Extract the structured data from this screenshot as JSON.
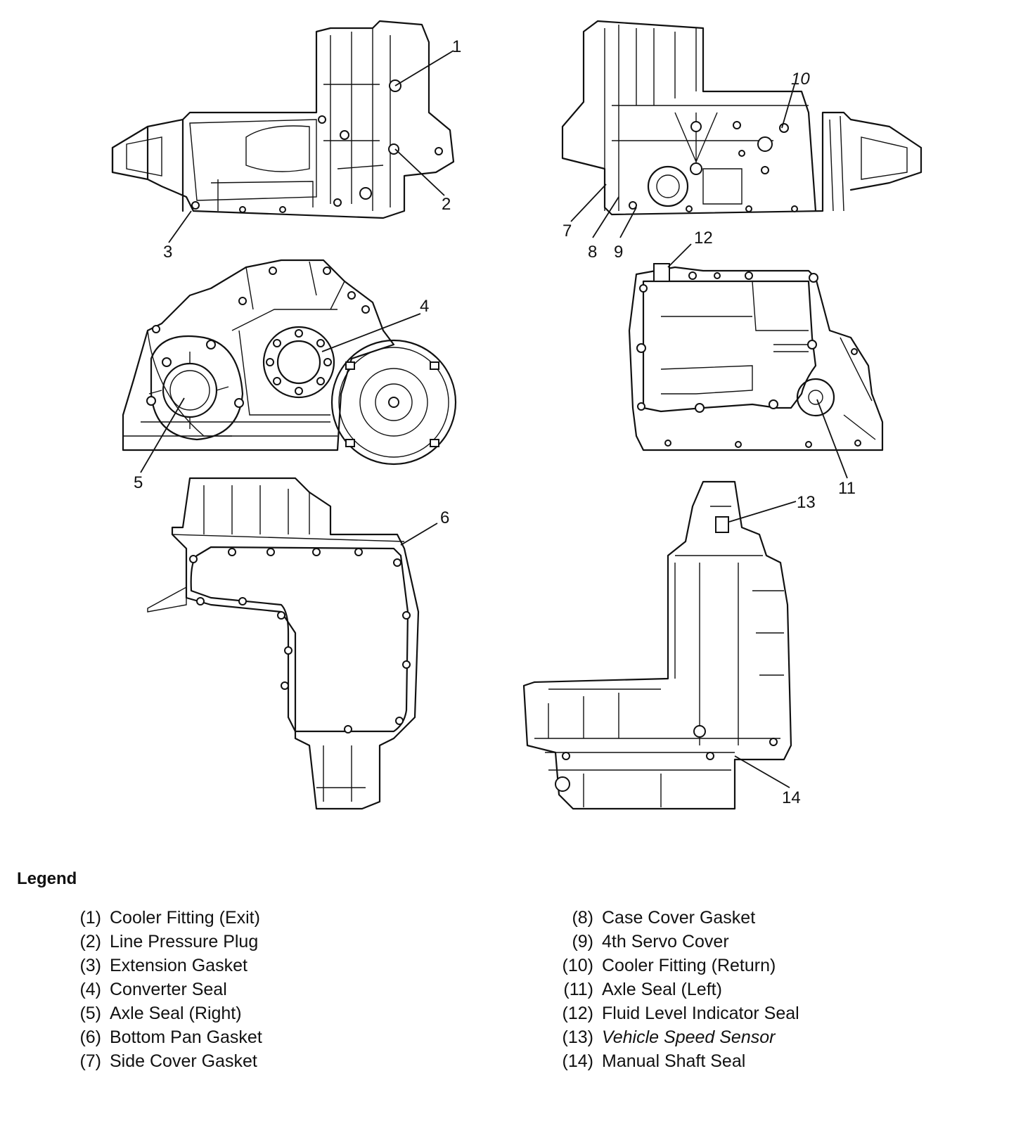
{
  "callouts": [
    "1",
    "2",
    "3",
    "4",
    "5",
    "6",
    "7",
    "8",
    "9",
    "10",
    "11",
    "12",
    "13",
    "14"
  ],
  "legend": {
    "title": "Legend",
    "left_items": [
      {
        "num": "(1)",
        "label": "Cooler Fitting (Exit)"
      },
      {
        "num": "(2)",
        "label": "Line Pressure Plug"
      },
      {
        "num": "(3)",
        "label": "Extension Gasket"
      },
      {
        "num": "(4)",
        "label": "Converter Seal"
      },
      {
        "num": "(5)",
        "label": "Axle Seal (Right)"
      },
      {
        "num": "(6)",
        "label": "Bottom Pan Gasket"
      },
      {
        "num": "(7)",
        "label": "Side Cover Gasket"
      }
    ],
    "right_items": [
      {
        "num": "(8)",
        "label": "Case Cover Gasket"
      },
      {
        "num": "(9)",
        "label": "4th Servo Cover"
      },
      {
        "num": "(10)",
        "label": "Cooler Fitting (Return)"
      },
      {
        "num": "(11)",
        "label": "Axle Seal (Left)"
      },
      {
        "num": "(12)",
        "label": "Fluid Level Indicator Seal"
      },
      {
        "num": "(13)",
        "label": "Vehicle Speed Sensor"
      },
      {
        "num": "(14)",
        "label": "Manual Shaft Seal"
      }
    ]
  }
}
